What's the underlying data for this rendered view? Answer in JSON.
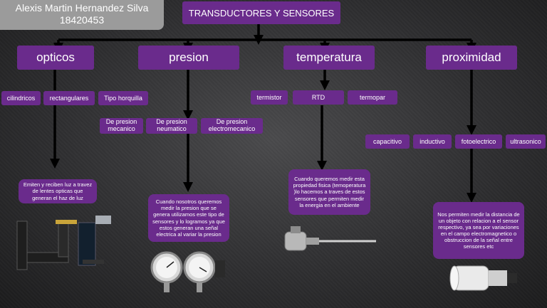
{
  "author": {
    "name": "Alexis Martin Hernandez Silva",
    "id": "18420453"
  },
  "title": "TRANSDUCTORES Y SENSORES",
  "categories": {
    "opticos": {
      "label": "opticos",
      "items": [
        "cilindricos",
        "rectangulares",
        "Tipo horquilla"
      ],
      "description": "Emiten y reciben luz a travez de lentes opticas que generan el haz de luz"
    },
    "presion": {
      "label": "presion",
      "items": [
        "De presion mecanico",
        "De presion neumatico",
        "De presion electromecanico"
      ],
      "description": "Cuando nosotros queremos medir la presion que se genera utilizamos este tipo de sensores y lo logramos ya que estos generan una señal electrica al variar la presion"
    },
    "temperatura": {
      "label": "temperatura",
      "items": [
        "termistor",
        "RTD",
        "termopar"
      ],
      "description": "Cuando queremos medir esta propiedad fisica (temoperatura )lo hacemos a traves de estos sensores que permiten medir la energia en el ambiente"
    },
    "proximidad": {
      "label": "proximidad",
      "items": [
        "capacitivo",
        "inductivo",
        "fotoelectrico",
        "ultrasonico"
      ],
      "description": "Nos permiten medir la distancia de un objeto con relacion a el sensor respectivo, ya sea por variaciones en el campo electromagnetico o obstruccion de la señal entre sensores etc"
    }
  },
  "colors": {
    "box": "#6a2b8c",
    "line": "#000000",
    "author_bg": "#9b9b9b"
  }
}
